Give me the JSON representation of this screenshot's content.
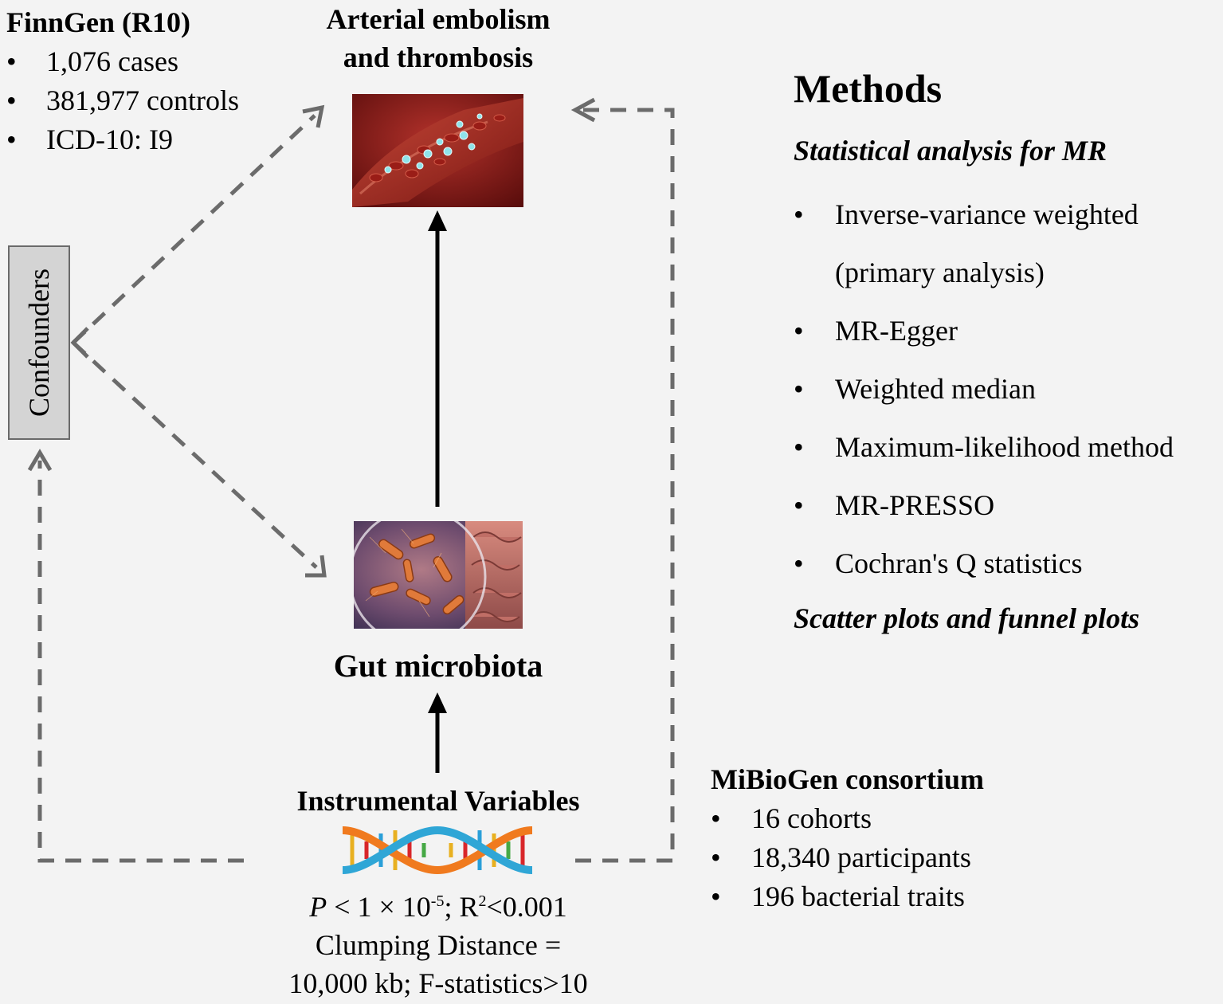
{
  "outcome_source": {
    "title": "FinnGen (R10)",
    "items": [
      "1,076 cases",
      "381,977 controls",
      "ICD-10: I9"
    ]
  },
  "outcome": {
    "title_line1": "Arterial embolism",
    "title_line2": "and thrombosis"
  },
  "confounders": {
    "label": "Confounders"
  },
  "methods": {
    "title": "Methods",
    "stat_heading": "Statistical analysis for MR",
    "items": [
      "Inverse-variance weighted",
      "(primary analysis)",
      "MR-Egger",
      "Weighted median",
      "Maximum-likelihood method",
      "MR-PRESSO",
      "Cochran's Q statistics"
    ],
    "plots_heading": "Scatter plots and funnel plots"
  },
  "exposure": {
    "label": "Gut microbiota"
  },
  "exposure_source": {
    "title": "MiBioGen consortium",
    "items": [
      "16 cohorts",
      "18,340 participants",
      "196 bacterial traits"
    ]
  },
  "instruments": {
    "title": "Instrumental Variables",
    "p_symbol": "P",
    "p_threshold_base": " < 1 × 10",
    "p_threshold_exp": "-5",
    "r2_prefix": "; R",
    "r2_exp": "2",
    "r2_threshold": "<0.001",
    "clumping": "Clumping Distance =",
    "clumping_value": "10,000 kb; F-statistics>10"
  },
  "bullet": "•",
  "colors": {
    "background": "#f3f3f3",
    "dashed_arrow": "#6b6b6b",
    "solid_arrow": "#000000",
    "confounder_box": "#d4d4d4"
  },
  "icons": [
    "clot-image",
    "microbiota-image",
    "dna-helix-icon"
  ]
}
